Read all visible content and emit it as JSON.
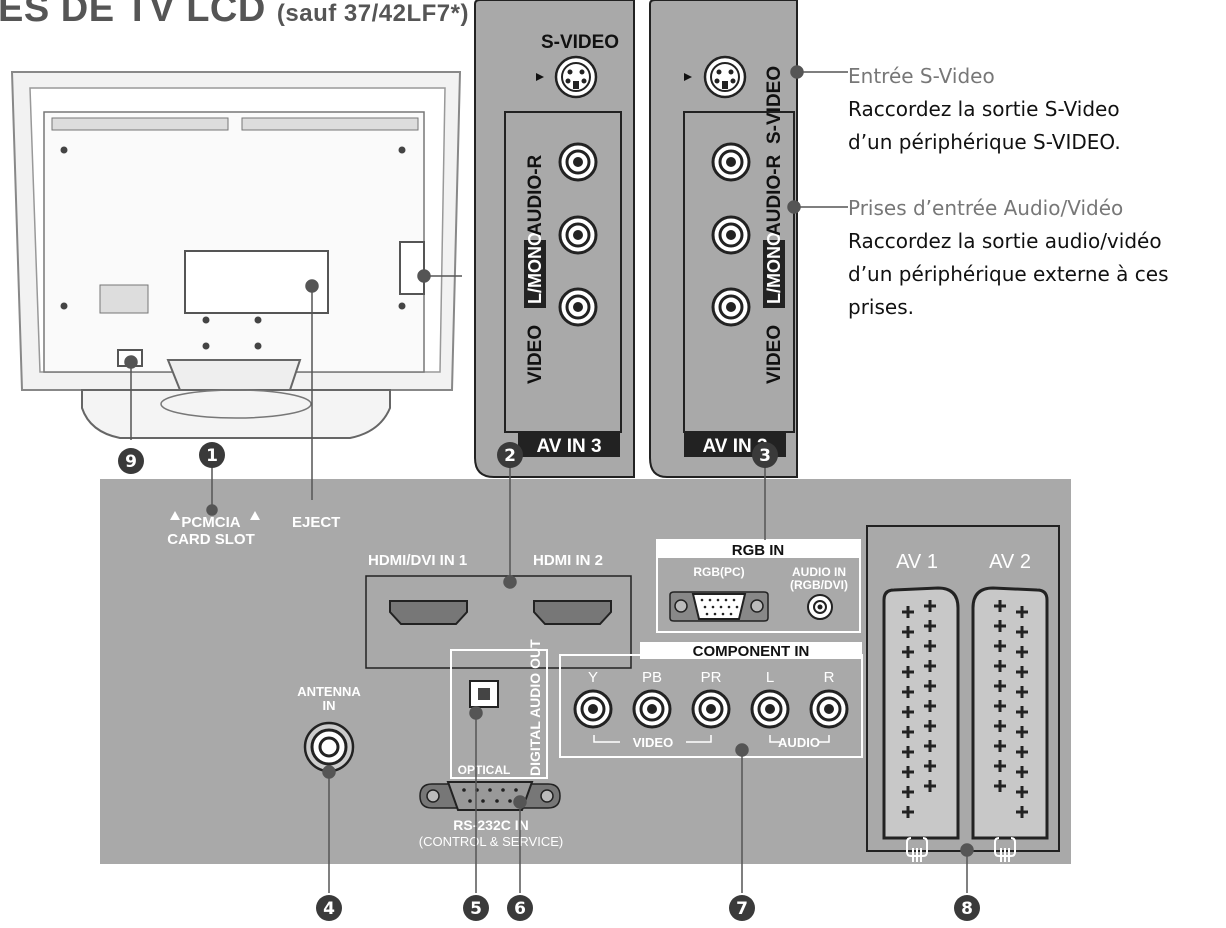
{
  "title": {
    "main": "ES DE TV LCD",
    "sub": "(sauf 37/42LF7*)"
  },
  "svideo_panel": {
    "svideo_label": "S-VIDEO",
    "audio_r_label": "AUDIO-R",
    "lmono_label": "L/MONO",
    "video_label": "VIDEO",
    "avin_label": "AV IN 3"
  },
  "descriptions": [
    {
      "heading": "Entrée S-Video",
      "text_lines": [
        "Raccordez la sortie S-Video",
        "d’un périphérique S-VIDEO."
      ]
    },
    {
      "heading": "Prises d’entrée Audio/Vidéo",
      "text_lines": [
        "Raccordez la sortie audio/vidéo",
        "d’un périphérique externe à ces",
        "prises."
      ]
    }
  ],
  "panel": {
    "pcmcia_line1": "PCMCIA",
    "pcmcia_line2": "CARD SLOT",
    "eject": "EJECT",
    "hdmi1": "HDMI/DVI IN 1",
    "hdmi2": "HDMI IN 2",
    "rgb_in": "RGB IN",
    "rgb_pc": "RGB(PC)",
    "audio_in_line1": "AUDIO IN",
    "audio_in_line2": "(RGB/DVI)",
    "component_in": "COMPONENT IN",
    "comp_labels": [
      "Y",
      "PB",
      "PR",
      "L",
      "R"
    ],
    "comp_video": "VIDEO",
    "comp_audio": "AUDIO",
    "antenna_line1": "ANTENNA",
    "antenna_line2": "IN",
    "digital_audio_out": "DIGITAL AUDIO OUT",
    "optical": "OPTICAL",
    "rs232_line1": "RS-232C IN",
    "rs232_line2": "(CONTROL & SERVICE)",
    "av1": "AV 1",
    "av2": "AV 2"
  },
  "callouts": [
    "1",
    "2",
    "3",
    "4",
    "5",
    "6",
    "7",
    "8",
    "9"
  ],
  "colors": {
    "panel_bg": "#a9a9a9",
    "panel_light": "#d0d0d0",
    "badge": "#3a3a3a",
    "tv_body": "#ececec"
  }
}
